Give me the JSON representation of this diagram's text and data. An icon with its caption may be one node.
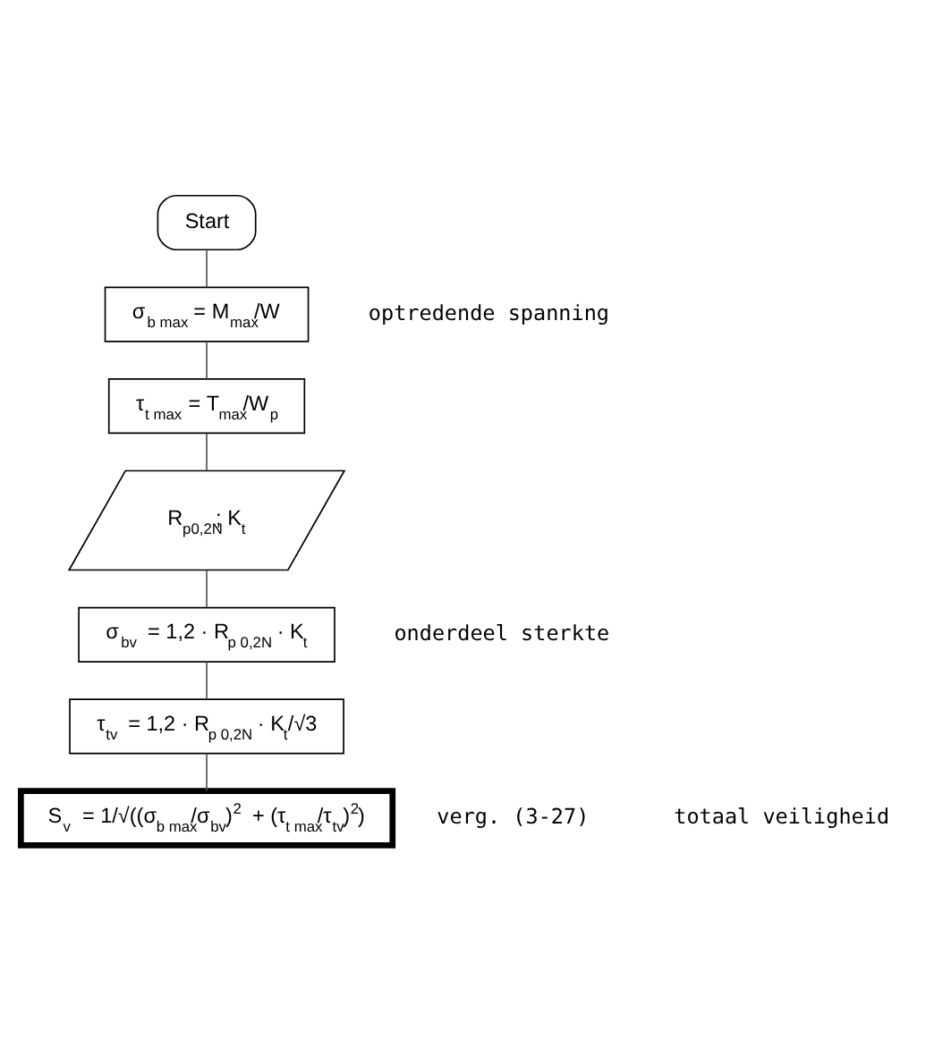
{
  "diagram": {
    "nodes": [
      {
        "text": [
          "Start"
        ]
      },
      {
        "text": [
          "σ$_{b max}$ = M$_{max}$/W"
        ]
      },
      {
        "text": [
          "τ$_{t max}$ = T$_{max}$/W$_{p}$"
        ]
      },
      {
        "text": [
          "R$_{p0,2N}$; K$_{t}$"
        ]
      },
      {
        "text": [
          "σ$_{bv}$ = 1,2 · R$_{p 0,2N}$ · K$_{t}$"
        ]
      },
      {
        "text": [
          "τ$_{tv}$ = 1,2 · R$_{p 0,2N}$ · K$_{t}$/√3"
        ]
      },
      {
        "text": [
          "S$_{v}$ = 1/√((σ$_{b max}$/σ$_{bv}$)$^{2}$ + (τ$_{t max}$/τ$_{tv}$)$^{2}$)"
        ],
        "beside": [
          "verg. (3-27)"
        ]
      }
    ],
    "edges": [
      {
        "from": 0,
        "to": 1,
        "arrow": "none"
      },
      {
        "from": 1,
        "to": 2,
        "arrow": "none"
      },
      {
        "from": 2,
        "to": 3,
        "arrow": "none"
      },
      {
        "from": 3,
        "to": 4,
        "arrow": "none"
      },
      {
        "from": 4,
        "to": 5,
        "arrow": "none"
      },
      {
        "from": 5,
        "to": 6,
        "arrow": "none"
      }
    ],
    "labels": [
      "optredende spanning",
      "onderdeel sterkte",
      "totaal veiligheid"
    ]
  }
}
